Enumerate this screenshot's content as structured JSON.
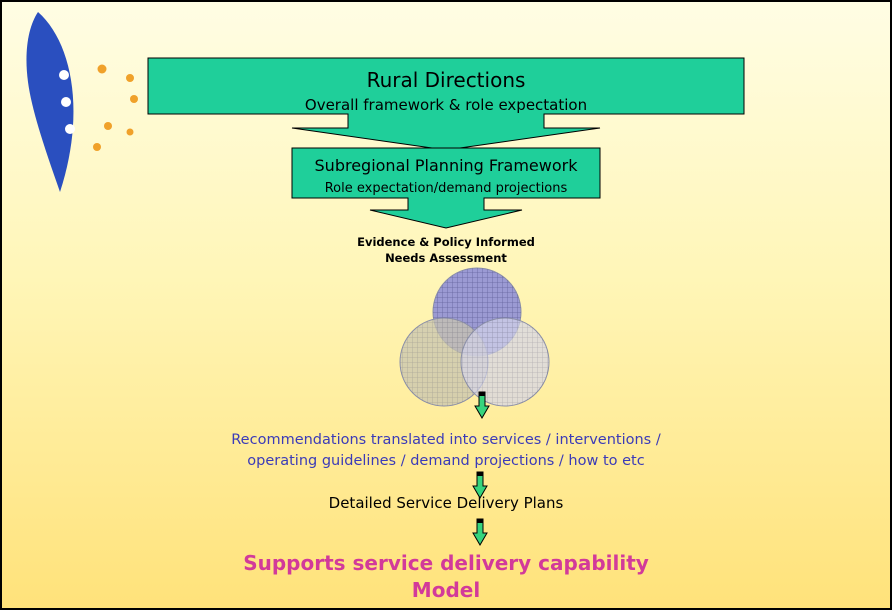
{
  "slide": {
    "box1": {
      "title": "Rural Directions",
      "subtitle": "Overall framework & role expectation"
    },
    "box2": {
      "title": "Subregional Planning Framework",
      "subtitle": "Role expectation/demand projections"
    },
    "needs_heading": {
      "line1": "Evidence & Policy Informed",
      "line2": "Needs Assessment"
    },
    "recommendations": {
      "line1": "Recommendations translated into services / interventions /",
      "line2": "operating guidelines / demand projections / how to etc"
    },
    "plans": "Detailed Service Delivery Plans",
    "conclusion": {
      "line1": "Supports service delivery capability",
      "line2": "Model"
    }
  },
  "colors": {
    "box_fill": "#1fcf9a",
    "arrow_fill": "#36d47d",
    "recommendation_text": "#3b3bb8",
    "conclusion_text": "#d23a9a",
    "logo_blue": "#2a4fbf",
    "dot_orange": "#f0a12a"
  },
  "icons": [
    "logo-leaf-icon",
    "decorative-dot-icon",
    "venn-circle-icon",
    "down-arrow-icon"
  ]
}
